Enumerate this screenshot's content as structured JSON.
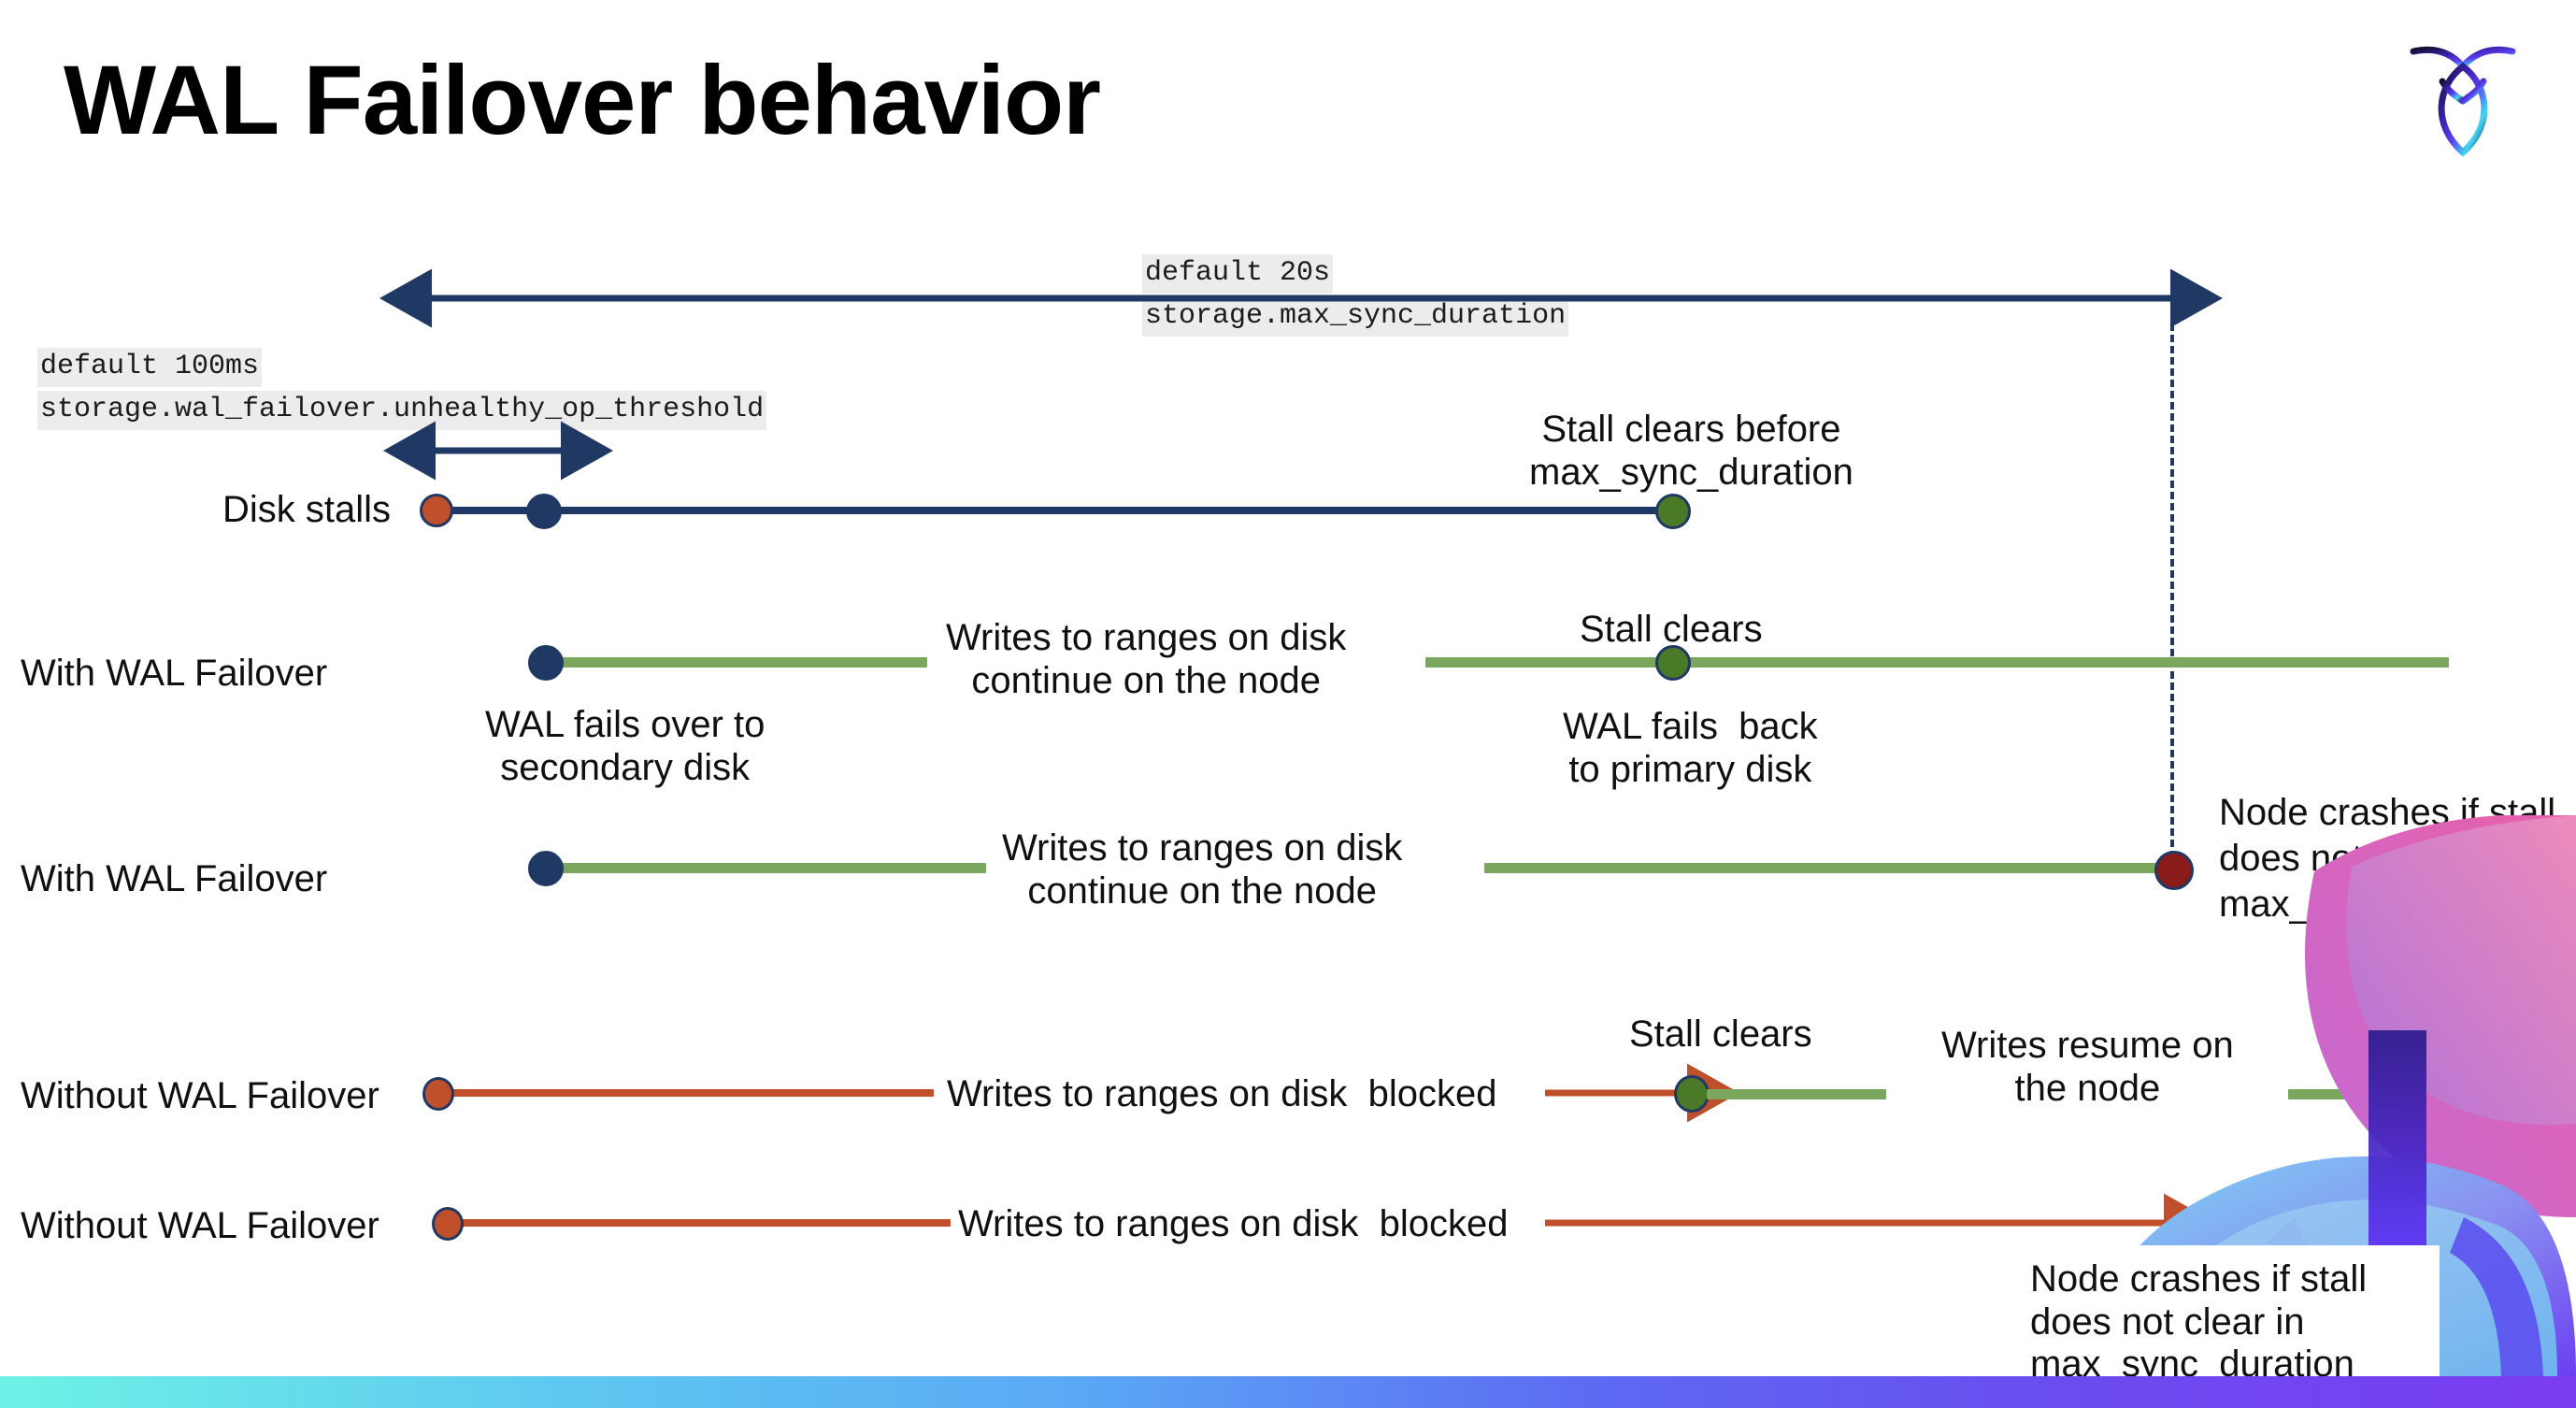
{
  "slide": {
    "title": "WAL Failover behavior",
    "logo_name": "cockroachdb-logo"
  },
  "callouts": {
    "max_sync_duration": {
      "line1": "default 20s",
      "line2": "storage.max_sync_duration"
    },
    "unhealthy_op_threshold": {
      "line1": "default 100ms",
      "line2": "storage.wal_failover.unhealthy_op_threshold"
    }
  },
  "rows": [
    {
      "id": "disk-stalls",
      "label": "Disk stalls",
      "annotations": [
        {
          "id": "stall-clears-before",
          "text": "Stall clears before\nmax_sync_duration"
        }
      ]
    },
    {
      "id": "with-wal-failover-1",
      "label": "With WAL Failover",
      "annotations": [
        {
          "id": "writes-continue",
          "text": "Writes to ranges on disk\ncontinue on the node"
        },
        {
          "id": "stall-clears",
          "text": "Stall clears"
        },
        {
          "id": "wal-fails-back",
          "text": "WAL fails  back\nto primary disk"
        },
        {
          "id": "wal-fails-over",
          "text": "WAL fails over to\nsecondary disk"
        }
      ]
    },
    {
      "id": "with-wal-failover-2",
      "label": "With WAL Failover",
      "annotations": [
        {
          "id": "writes-continue-2",
          "text": "Writes to ranges on disk\ncontinue on the node"
        },
        {
          "id": "node-crashes-1",
          "text": "Node crashes if stall\ndoes not clear in\nmax_sync_duration"
        }
      ]
    },
    {
      "id": "without-wal-failover-1",
      "label": "Without WAL Failover",
      "annotations": [
        {
          "id": "writes-blocked-1",
          "text": "Writes to ranges on disk  blocked"
        },
        {
          "id": "stall-clears-2",
          "text": "Stall clears"
        },
        {
          "id": "writes-resume",
          "text": "Writes resume on\nthe node"
        }
      ]
    },
    {
      "id": "without-wal-failover-2",
      "label": "Without WAL Failover",
      "annotations": [
        {
          "id": "writes-blocked-2",
          "text": "Writes to ranges on disk  blocked"
        },
        {
          "id": "node-crashes-2",
          "text": "Node crashes if stall\ndoes not clear in\nmax_sync_duration"
        }
      ]
    }
  ],
  "colors": {
    "navy": "#1f3864",
    "green_line": "#7aa75d",
    "green_dot": "#4a7a28",
    "red_line": "#c0502c",
    "red_dot": "#c0502c",
    "dark_red_dot": "#8b1a1a",
    "code_bg": "#ececec",
    "text": "#101010"
  }
}
